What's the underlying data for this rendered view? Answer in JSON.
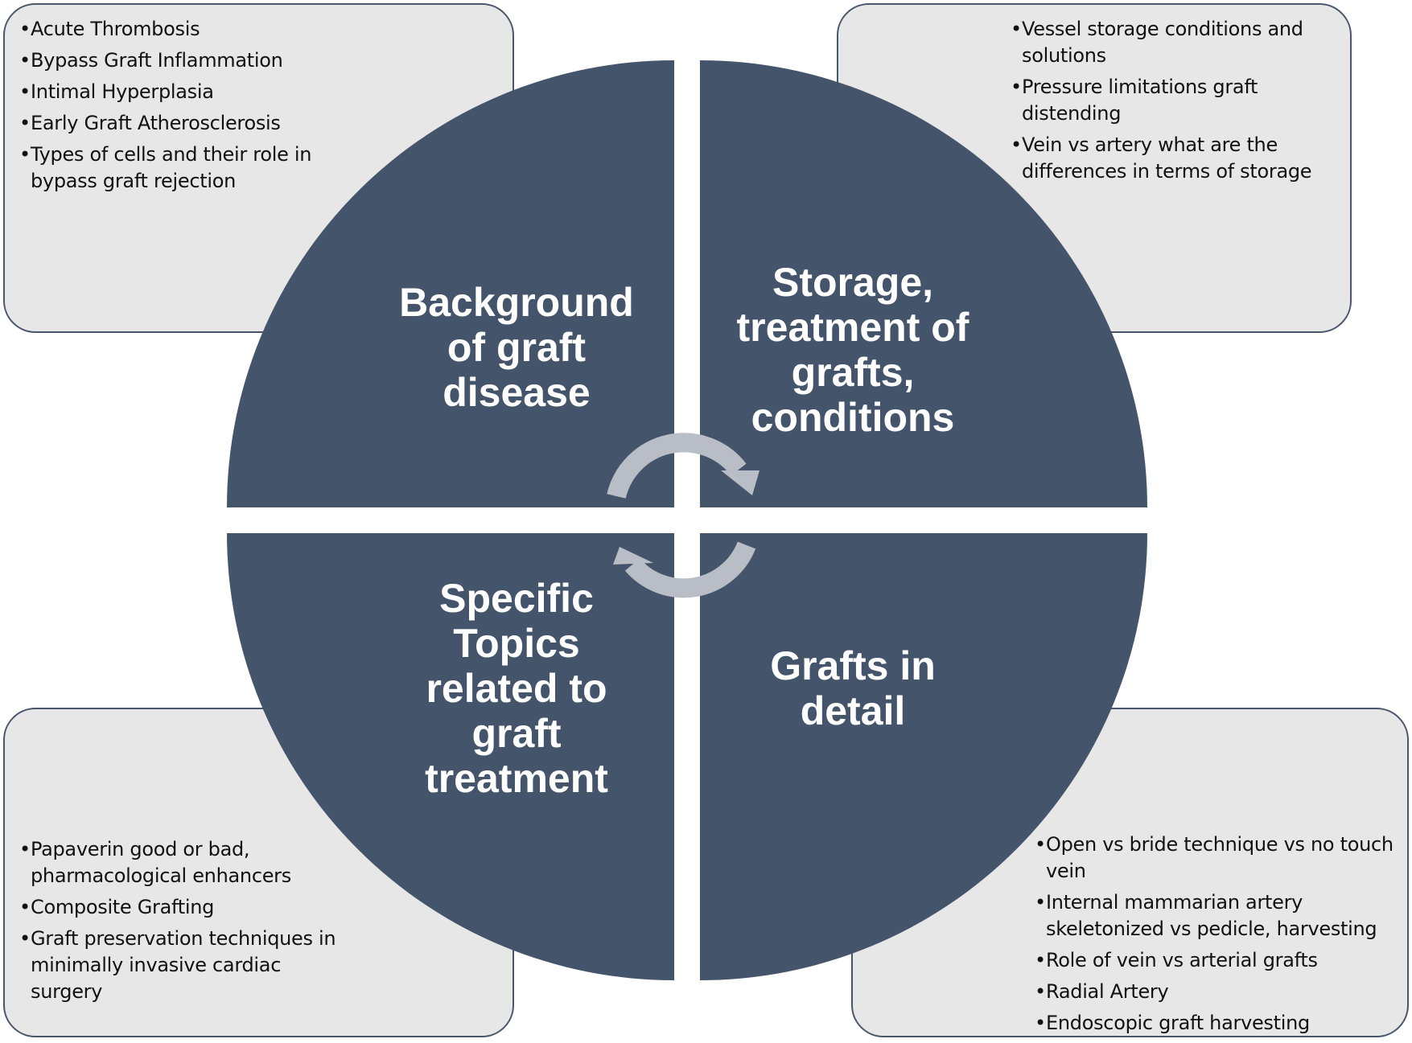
{
  "diagram": {
    "colors": {
      "quadrant_fill": "#44546a",
      "box_fill": "#e7e7e7",
      "box_border": "#4a5669",
      "arrow_fill": "#b9bec6",
      "text_dark": "#111111",
      "text_light": "#ffffff"
    },
    "quadrants": {
      "top_left": "Background\nof graft\ndisease",
      "top_right": "Storage,\ntreatment of\ngrafts,\nconditions",
      "bottom_left": "Specific\nTopics\nrelated to\ngraft\ntreatment",
      "bottom_right": "Grafts in\ndetail"
    },
    "boxes": {
      "top_left": [
        "Acute Thrombosis",
        "Bypass Graft Inflammation",
        "Intimal Hyperplasia",
        "Early Graft Atherosclerosis",
        "Types of cells and their role in bypass graft rejection"
      ],
      "top_right": [
        "Vessel storage conditions and solutions",
        "Pressure limitations graft distending",
        "Vein vs artery what are the differences in terms of storage"
      ],
      "bottom_left": [
        "Papaverin good or bad, pharmacological enhancers",
        "Composite Grafting",
        "Graft preservation techniques in minimally invasive cardiac surgery"
      ],
      "bottom_right": [
        "Open vs bride technique vs no touch vein",
        "Internal mammarian artery skeletonized vs pedicle, harvesting",
        "Role of vein vs arterial grafts",
        "Radial Artery",
        "Endoscopic graft harvesting"
      ]
    },
    "arrows": [
      "clockwise-arrow-icon",
      "clockwise-arrow-icon"
    ]
  }
}
